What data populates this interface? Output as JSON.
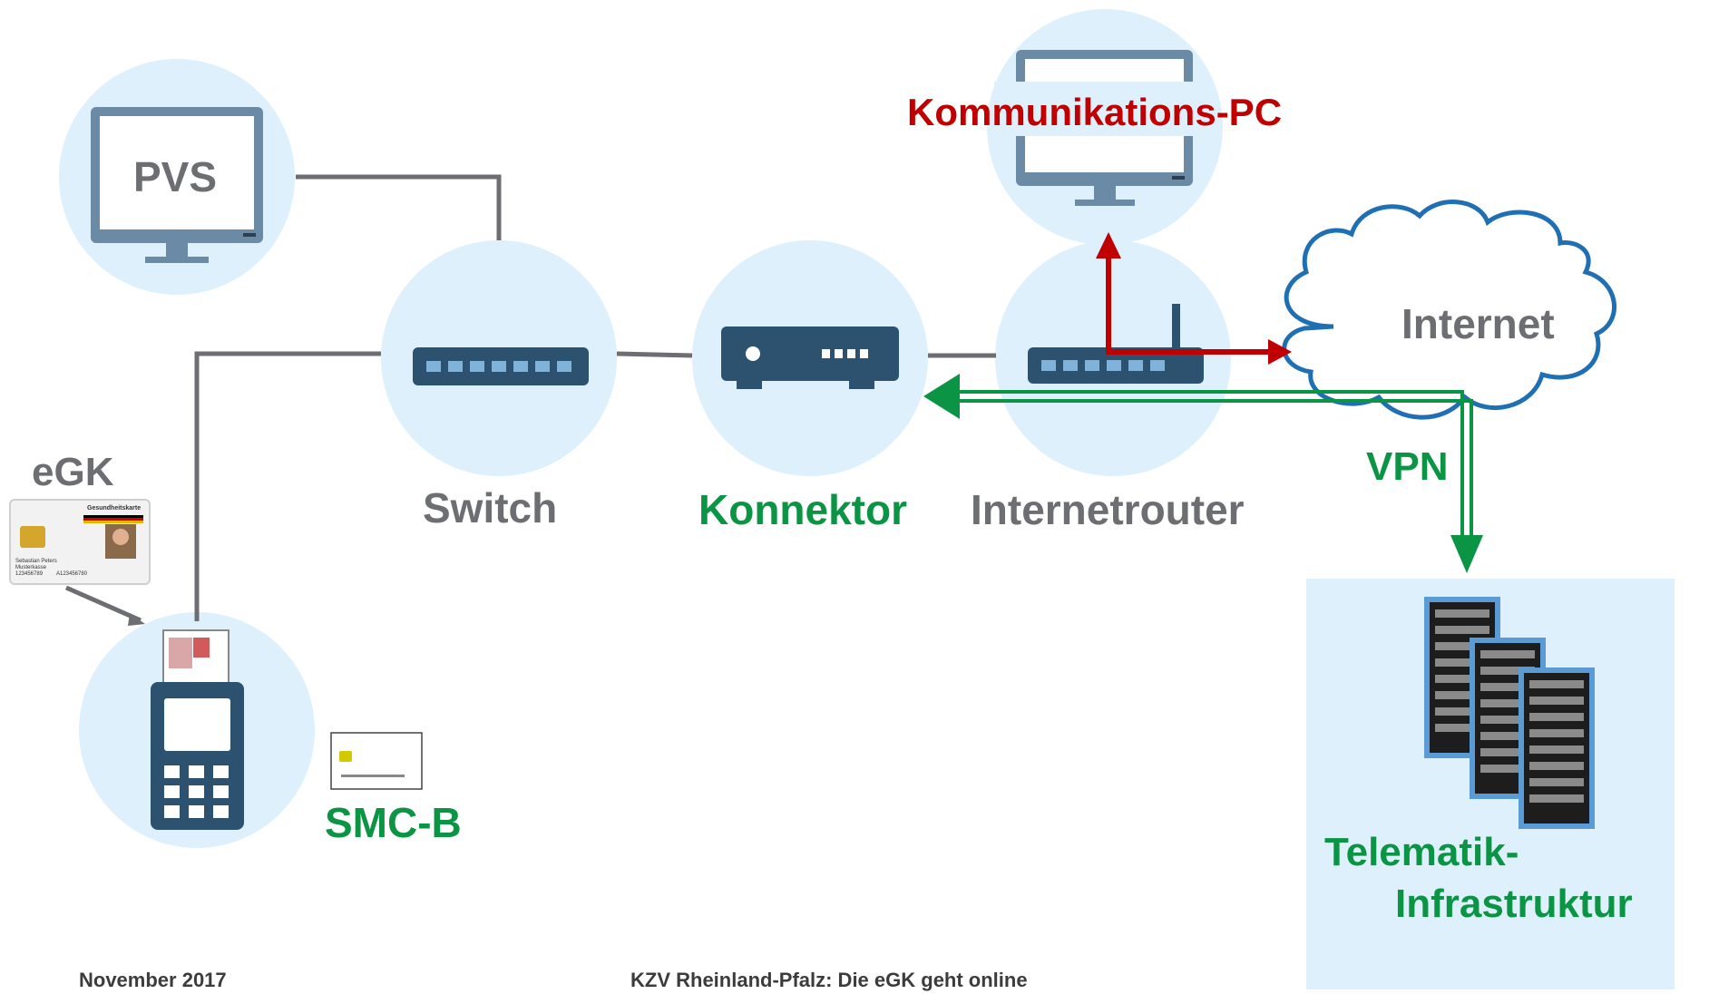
{
  "labels": {
    "pvs": "PVS",
    "kommunikations_pc": "Kommunikations-PC",
    "internet": "Internet",
    "egk": "eGK",
    "switch": "Switch",
    "konnektor": "Konnektor",
    "internetrouter": "Internetrouter",
    "vpn": "VPN",
    "smcb": "SMC-B",
    "telematik_line1": "Telematik-",
    "telematik_line2": "Infrastruktur"
  },
  "card": {
    "title": "Gesundheitskarte",
    "name": "Sebastian Peters",
    "insurer": "Musterkasse",
    "number1": "123456789",
    "number2": "A123456780"
  },
  "footer": {
    "date": "November 2017",
    "title": "KZV Rheinland-Pfalz: Die eGK geht online"
  },
  "colors": {
    "circle": "#ddf0fb",
    "device": "#2c5270",
    "line_gray": "#6d6e71",
    "green": "#0b9444",
    "red": "#c00000",
    "cloud": "#1f6fb5",
    "server_box": "#ddf0fb",
    "server_accent": "#5b9bd5"
  }
}
